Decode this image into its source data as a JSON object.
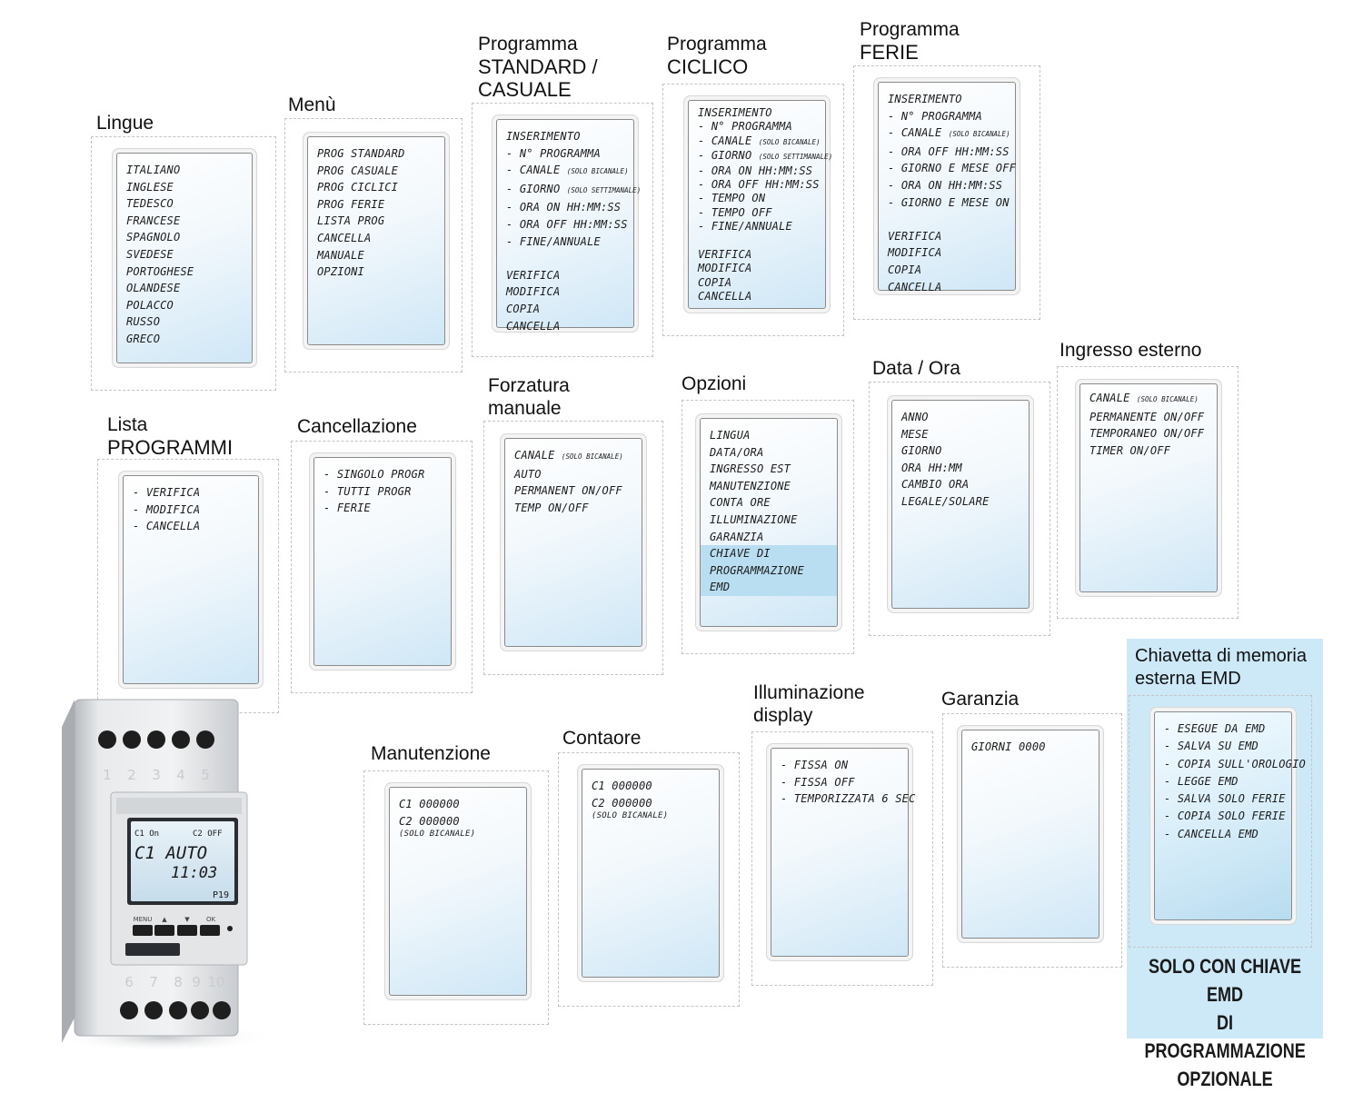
{
  "panels": {
    "lingue": {
      "title": "Lingue",
      "lines": [
        "ITALIANO",
        "INGLESE",
        "TEDESCO",
        "FRANCESE",
        "SPAGNOLO",
        "SVEDESE",
        "PORTOGHESE",
        "OLANDESE",
        "POLACCO",
        "RUSSO",
        "GRECO"
      ]
    },
    "menu": {
      "title": "Menù",
      "lines": [
        "PROG STANDARD",
        "PROG CASUALE",
        "PROG CICLICI",
        "PROG FERIE",
        "LISTA PROG",
        "CANCELLA",
        "MANUALE",
        "OPZIONI"
      ]
    },
    "standard": {
      "title_l1": "Programma",
      "title_l2": "STANDARD /",
      "title_l3": "CASUALE",
      "lines": [
        "INSERIMENTO",
        "- N° PROGRAMMA",
        "- CANALE",
        "- GIORNO",
        "- ORA ON HH:MM:SS",
        "- ORA OFF HH:MM:SS",
        "- FINE/ANNUALE",
        "",
        "VERIFICA",
        "MODIFICA",
        "COPIA",
        "CANCELLA"
      ],
      "notes": {
        "canale": "(SOLO BICANALE)",
        "giorno": "(SOLO SETTIMANALE)"
      }
    },
    "ciclico": {
      "title_l1": "Programma",
      "title_l2": "CICLICO",
      "lines": [
        "INSERIMENTO",
        "- N° PROGRAMMA",
        "- CANALE",
        "- GIORNO",
        "- ORA ON HH:MM:SS",
        "- ORA OFF HH:MM:SS",
        "- TEMPO ON",
        "- TEMPO OFF",
        "- FINE/ANNUALE",
        "",
        "VERIFICA",
        "MODIFICA",
        "COPIA",
        "CANCELLA"
      ],
      "notes": {
        "canale": "(SOLO BICANALE)",
        "giorno": "(SOLO SETTIMANALE)"
      }
    },
    "ferie": {
      "title_l1": "Programma",
      "title_l2": "FERIE",
      "lines": [
        "INSERIMENTO",
        "- N° PROGRAMMA",
        "- CANALE",
        "- ORA OFF HH:MM:SS",
        "- GIORNO E MESE OFF",
        "- ORA ON HH:MM:SS",
        "- GIORNO E MESE ON",
        "",
        "VERIFICA",
        "MODIFICA",
        "COPIA",
        "CANCELLA"
      ],
      "notes": {
        "canale": "(SOLO BICANALE)"
      }
    },
    "lista": {
      "title_l1": "Lista",
      "title_l2": "PROGRAMMI",
      "lines": [
        "- VERIFICA",
        "- MODIFICA",
        "- CANCELLA"
      ]
    },
    "cancellazione": {
      "title": "Cancellazione",
      "lines": [
        "- SINGOLO PROGR",
        "- TUTTI PROGR",
        "- FERIE"
      ]
    },
    "forzatura": {
      "title_l1": "Forzatura",
      "title_l2": "manuale",
      "lines": [
        "CANALE",
        "AUTO",
        "PERMANENT  ON/OFF",
        "TEMP ON/OFF"
      ],
      "notes": {
        "canale": "(SOLO BICANALE)"
      }
    },
    "opzioni": {
      "title": "Opzioni",
      "lines": [
        "LINGUA",
        "DATA/ORA",
        "INGRESSO EST",
        "MANUTENZIONE",
        "CONTA ORE",
        "ILLUMINAZIONE",
        "GARANZIA"
      ],
      "highlight": [
        "CHIAVE DI",
        "PROGRAMMAZIONE",
        "EMD"
      ]
    },
    "dataora": {
      "title": "Data / Ora",
      "lines": [
        "ANNO",
        "MESE",
        "GIORNO",
        "ORA HH:MM",
        "CAMBIO ORA",
        "LEGALE/SOLARE"
      ]
    },
    "ingresso": {
      "title": "Ingresso esterno",
      "lines": [
        "CANALE",
        "PERMANENTE ON/OFF",
        "TEMPORANEO ON/OFF",
        "TIMER ON/OFF"
      ],
      "notes": {
        "canale": "(SOLO BICANALE)"
      }
    },
    "manutenzione": {
      "title": "Manutenzione",
      "lines": [
        "C1 000000",
        "C2 000000"
      ],
      "note": "(SOLO BICANALE)"
    },
    "contaore": {
      "title": "Contaore",
      "lines": [
        "C1 000000",
        "C2 000000"
      ],
      "note": "(SOLO BICANALE)"
    },
    "illuminazione": {
      "title_l1": "Illuminazione",
      "title_l2": "display",
      "lines": [
        "- FISSA ON",
        "- FISSA OFF",
        "- TEMPORIZZATA 6 SEC"
      ]
    },
    "garanzia": {
      "title": "Garanzia",
      "lines": [
        "GIORNI 0000"
      ]
    },
    "emd": {
      "title_l1": "Chiavetta di memoria",
      "title_l2": "esterna EMD",
      "lines": [
        "- ESEGUE DA EMD",
        "- SALVA SU EMD",
        "- COPIA SULL'OROLOGIO",
        "- LEGGE EMD",
        "- SALVA SOLO FERIE",
        "- COPIA SOLO FERIE",
        "- CANCELLA EMD"
      ]
    }
  },
  "emd_note": [
    "SOLO CON CHIAVE EMD",
    "DI PROGRAMMAZIONE",
    "OPZIONALE"
  ],
  "device": {
    "terminals_top": [
      "1",
      "2",
      "3",
      "4",
      "5"
    ],
    "terminals_bottom": [
      "6",
      "7",
      "8",
      "9",
      "10"
    ],
    "lcd_c1": "C1 On",
    "lcd_c2": "C2 OFF",
    "lcd_mode": "C1 AUTO",
    "lcd_time": "11:03",
    "lcd_prog": "P19",
    "buttons": [
      "MENU",
      "▲",
      "▼",
      "OK"
    ]
  },
  "colors": {
    "screen_gradient_end": "#cfe7f6",
    "highlight": "#b9def1",
    "emd_background": "#cde8f7"
  }
}
